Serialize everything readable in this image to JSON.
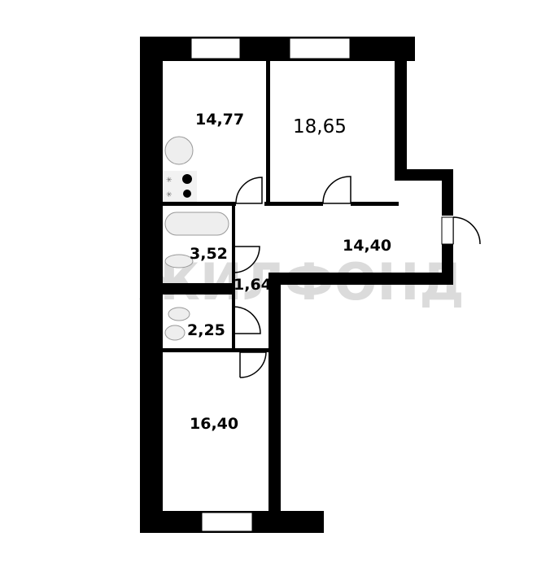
{
  "plan": {
    "rooms": [
      {
        "id": "kitchen",
        "area": "14,77"
      },
      {
        "id": "bedroom",
        "area": "18,65"
      },
      {
        "id": "hallway",
        "area": "14,40"
      },
      {
        "id": "bathroom",
        "area": "3,52"
      },
      {
        "id": "corridor",
        "area": "1,64"
      },
      {
        "id": "toilet",
        "area": "2,25"
      },
      {
        "id": "living-room",
        "area": "16,40"
      }
    ],
    "watermark": "ЖИЛФОНД"
  }
}
